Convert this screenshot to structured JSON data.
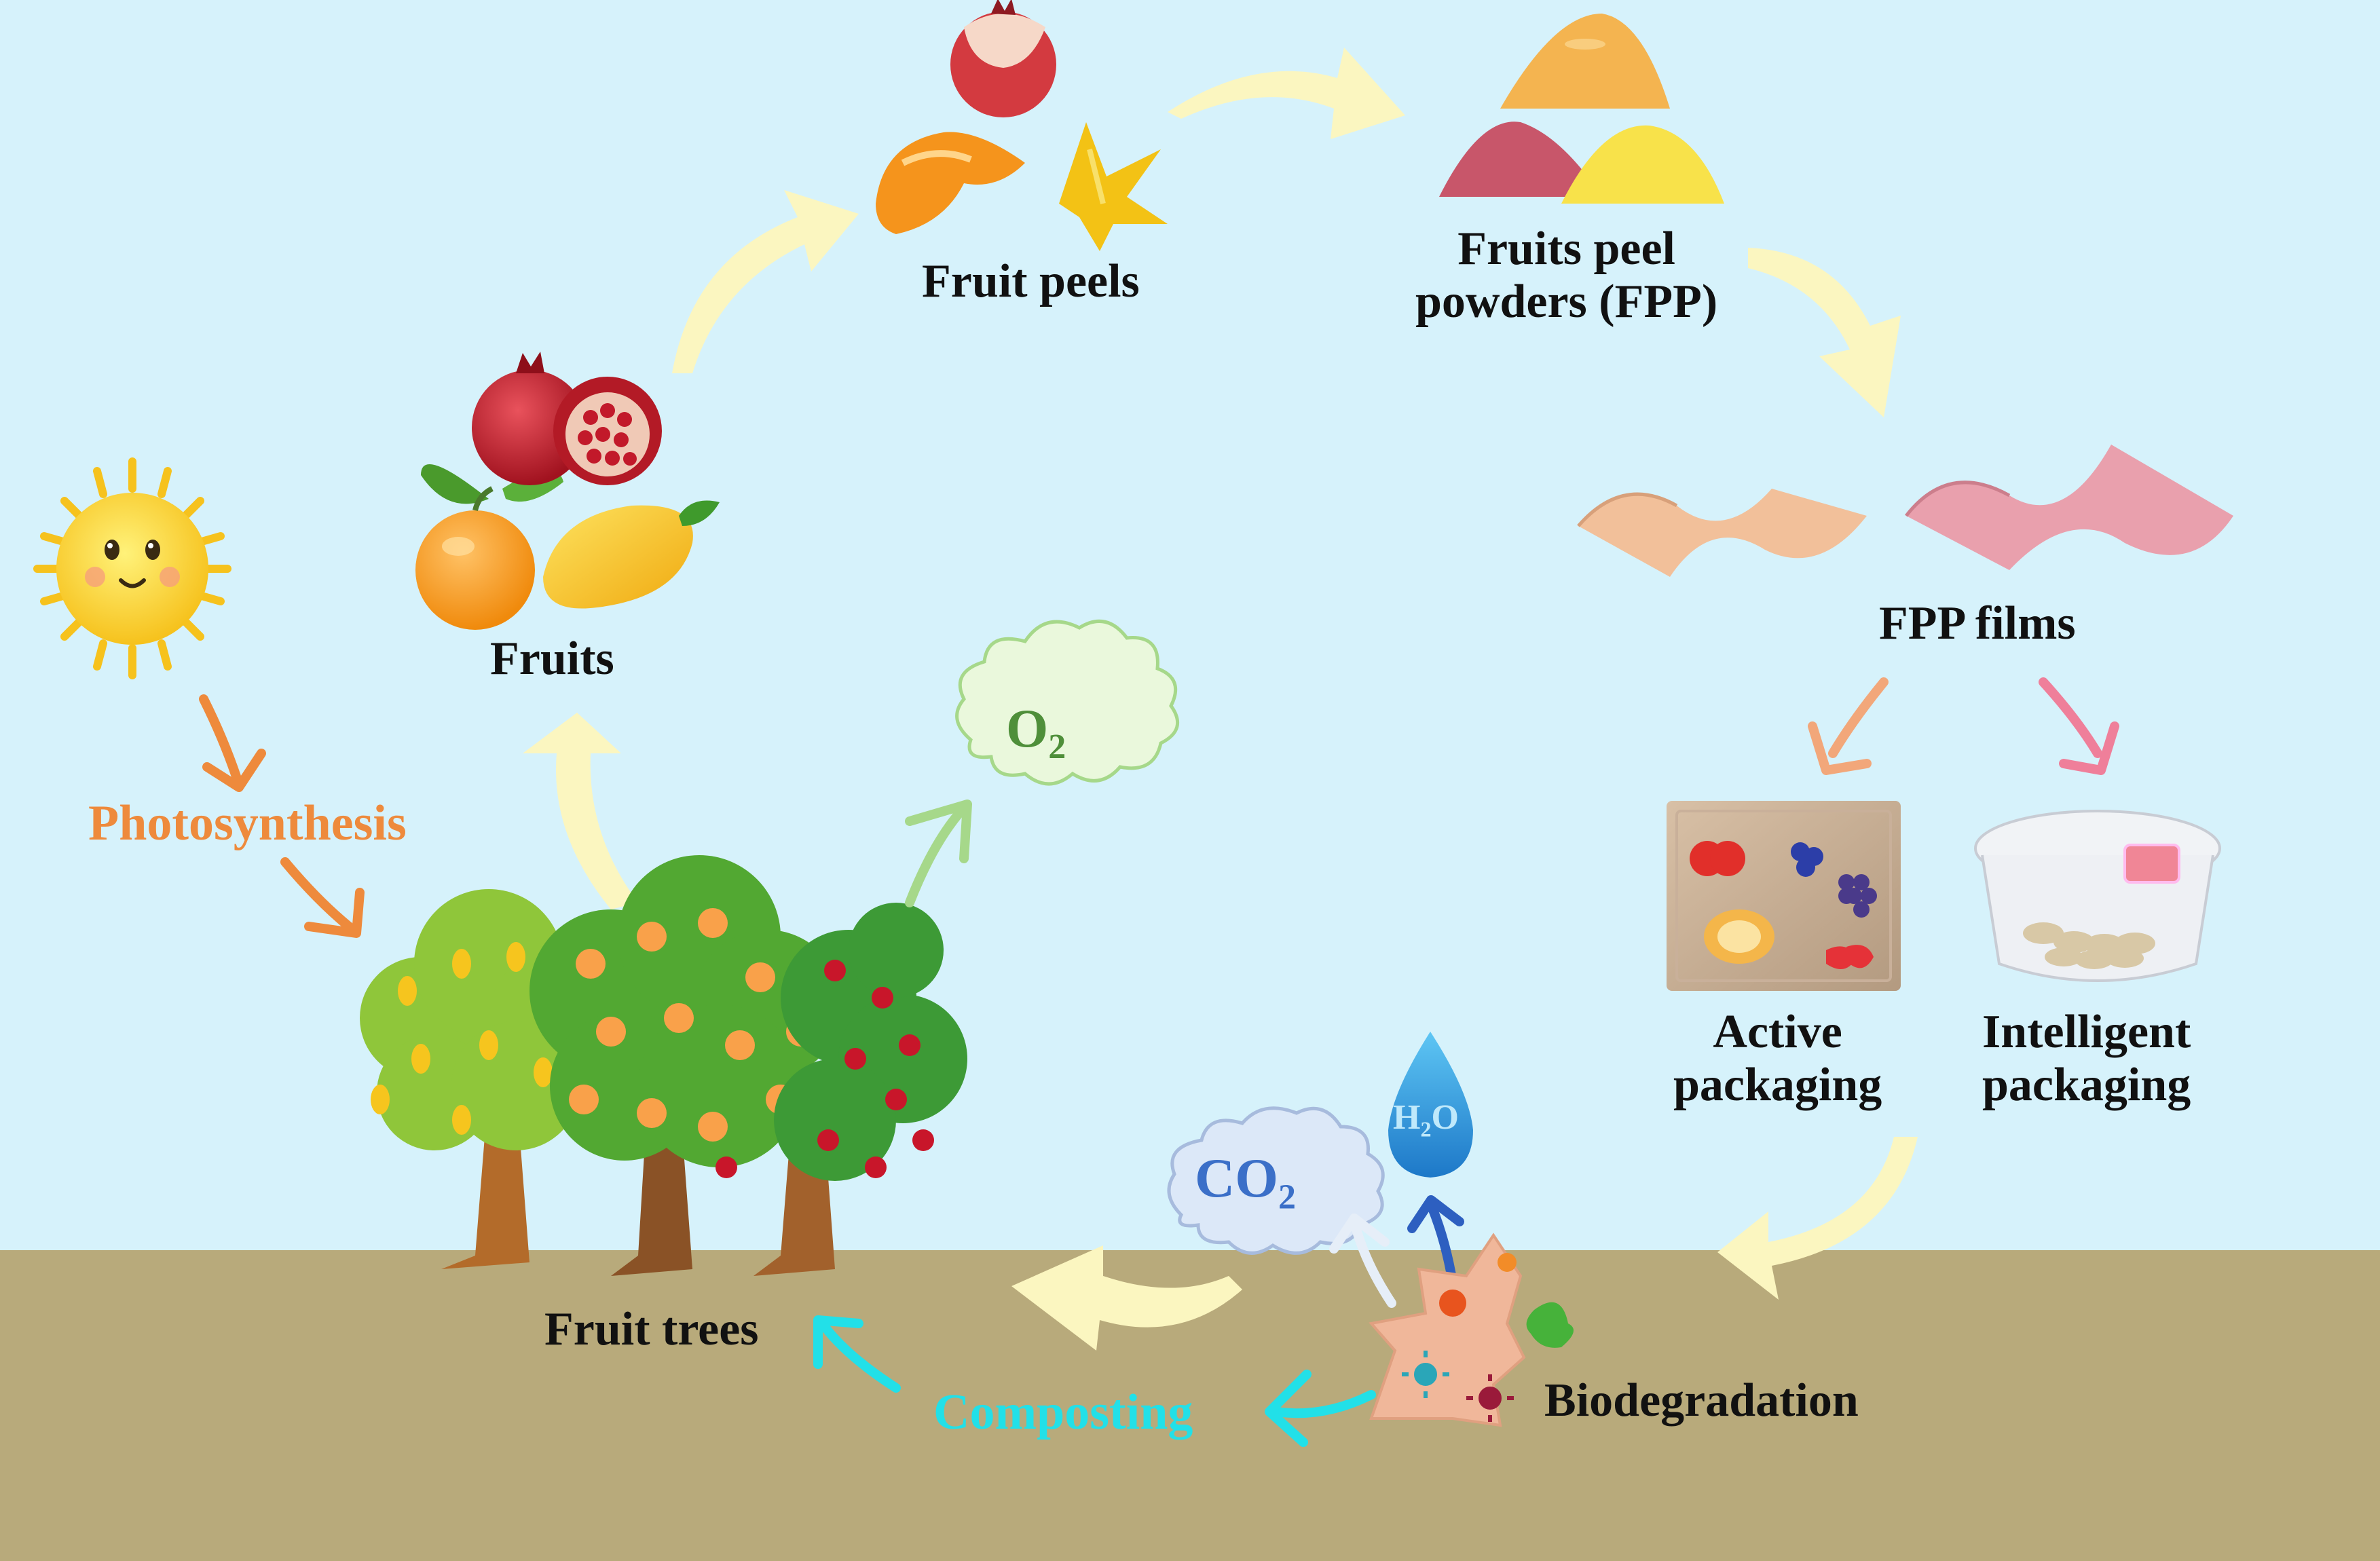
{
  "labels": {
    "fruits": "Fruits",
    "fruit_peels": "Fruit peels",
    "fpp_line1": "Fruits peel",
    "fpp_line2": "powders (FPP)",
    "fpp_films": "FPP films",
    "active_line1": "Active",
    "active_line2": "packaging",
    "intelligent_line1": "Intelligent",
    "intelligent_line2": "packaging",
    "biodegradation": "Biodegradation",
    "composting": "Composting",
    "fruit_trees": "Fruit trees",
    "photosynthesis": "Photosynthesis"
  },
  "gases": {
    "o2_main": "O",
    "o2_sub": "2",
    "co2_main": "CO",
    "co2_sub": "2",
    "h2o_h": "H",
    "h2o_sub": "2",
    "h2o_o": "O"
  },
  "colors": {
    "sky": "#d6f2fb",
    "soil": "#b8aa7b",
    "cycle_arrow": "#fbf6c0",
    "photosynthesis": "#ee8a3c",
    "composting": "#22e0e8",
    "o2_cloud": "#eaf8dc",
    "co2_cloud": "#dce8f8"
  }
}
